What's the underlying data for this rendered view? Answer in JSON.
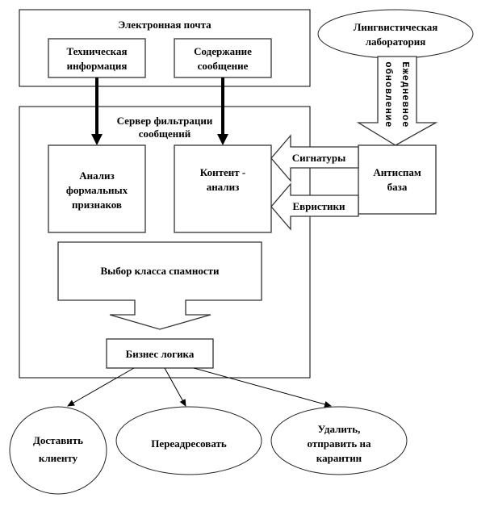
{
  "diagram": {
    "email_container": {
      "title": "Электронная почта",
      "tech_info": [
        "Техническая",
        "информация"
      ],
      "message_content": [
        "Содержание",
        "сообщение"
      ]
    },
    "linguistic_lab": [
      "Лингвистическая",
      "лаборатория"
    ],
    "daily_update_arrow": {
      "column1": "Ежедневное",
      "column2": "обновление"
    },
    "server_container": {
      "title": [
        "Сервер фильтрации",
        "сообщений"
      ],
      "formal_analysis": [
        "Анализ",
        "формальных",
        "признаков"
      ],
      "content_analysis": [
        "Контент -",
        "анализ"
      ],
      "spam_class_selection": "Выбор класса спамности",
      "business_logic": "Бизнес логика"
    },
    "antispam_base": [
      "Антиспам",
      "база"
    ],
    "signatures_arrow": "Сигнатуры",
    "heuristics_arrow": "Евристики",
    "outcomes": [
      {
        "lines": [
          "Доставить",
          "клиенту"
        ]
      },
      {
        "lines": [
          "Переадресовать"
        ]
      },
      {
        "lines": [
          "Удалить,",
          "отправить на",
          "карантин"
        ]
      }
    ]
  }
}
